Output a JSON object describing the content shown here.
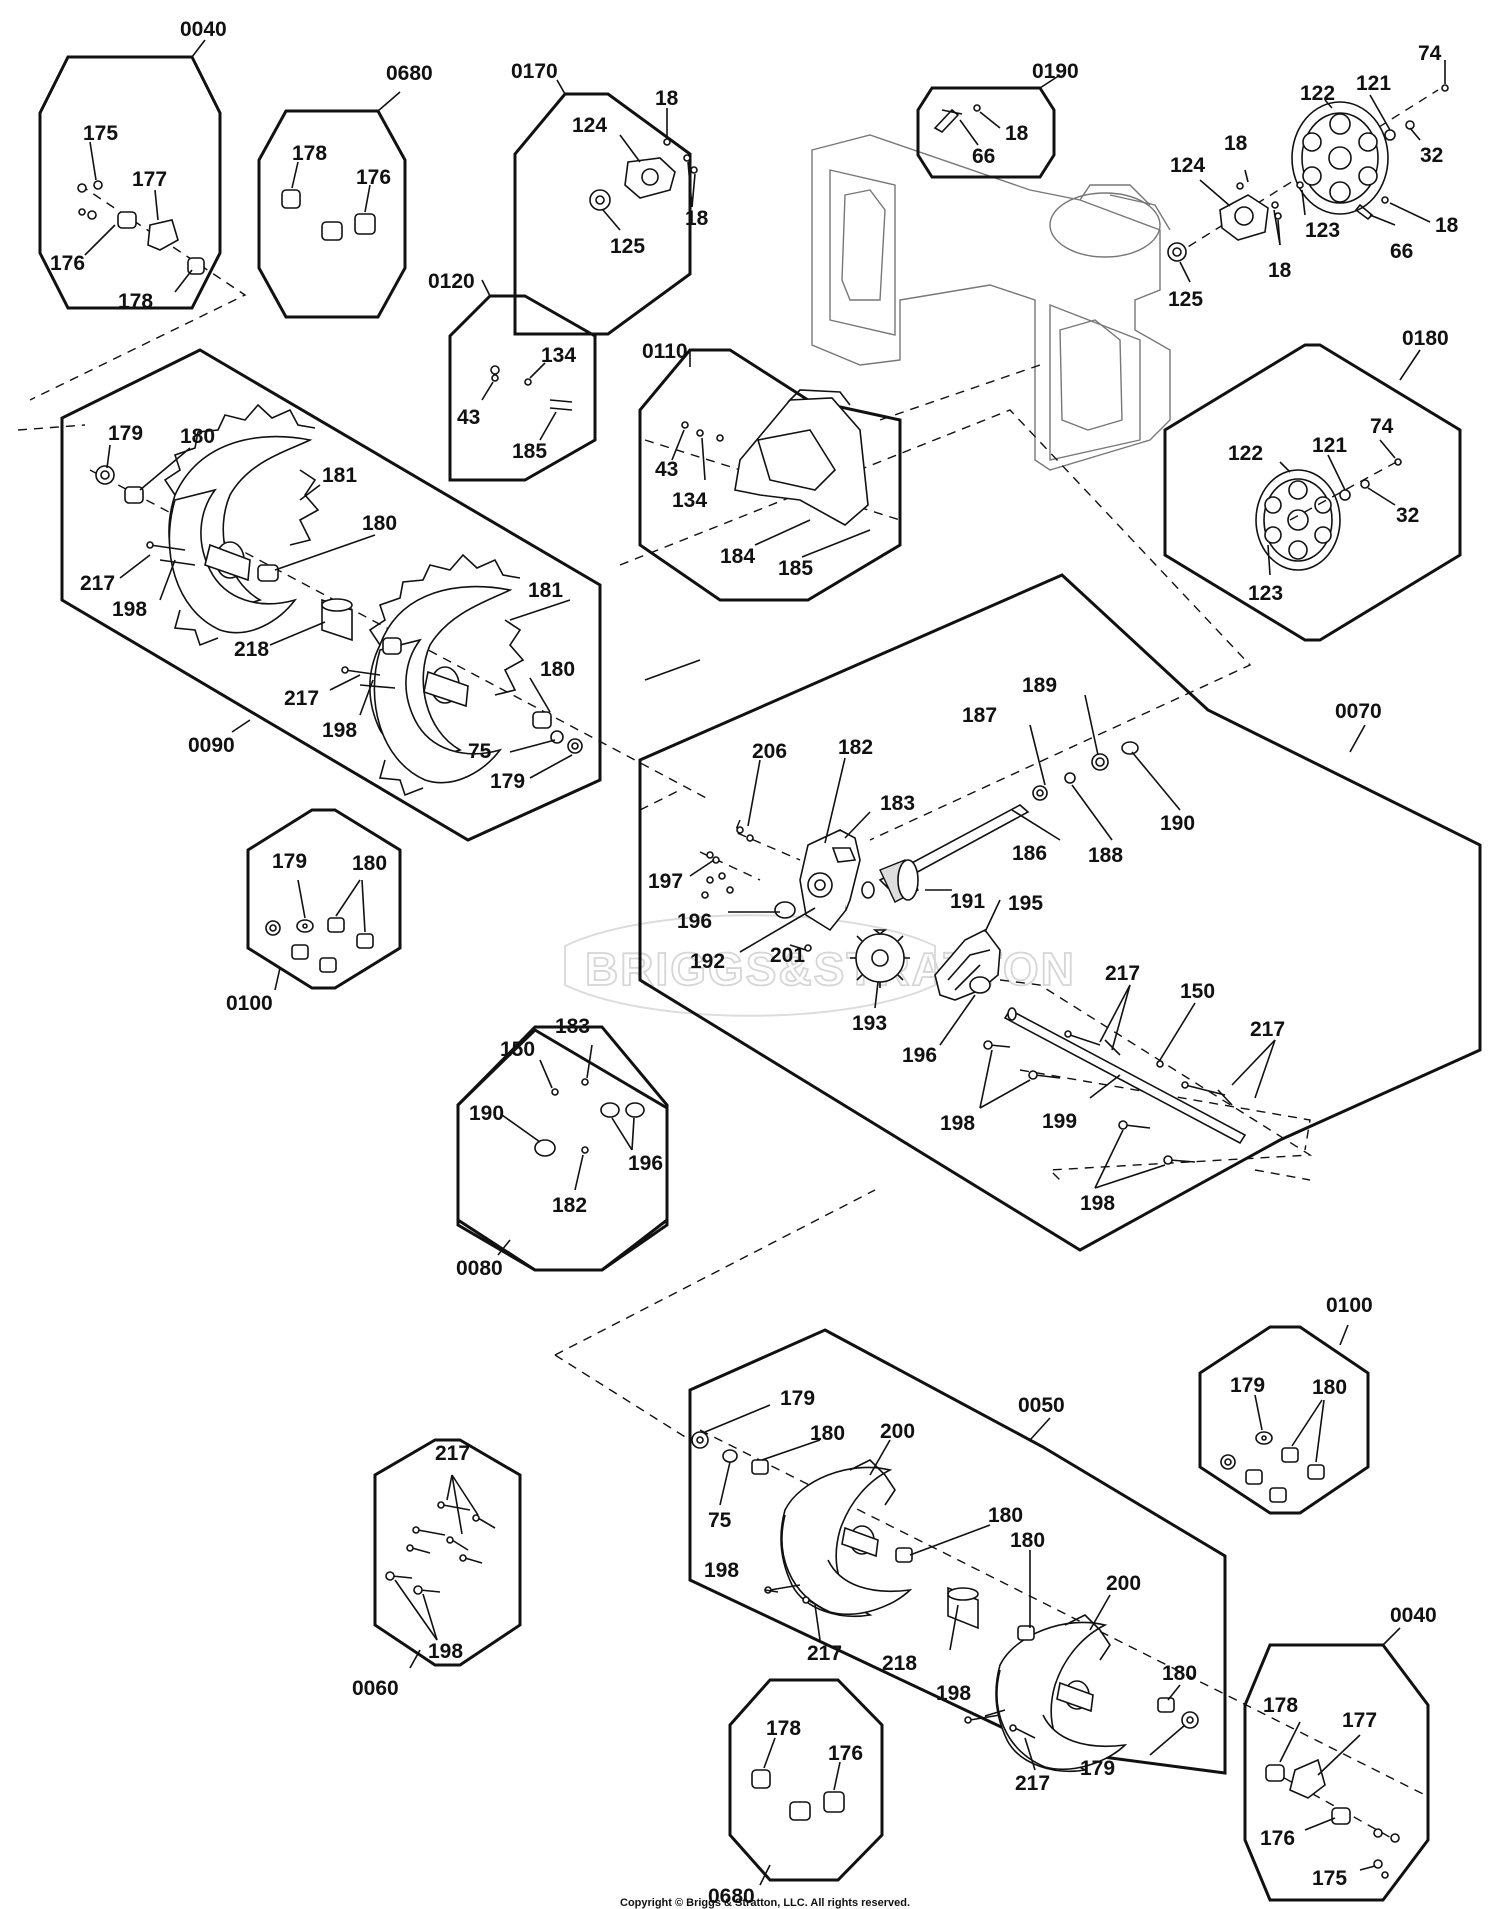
{
  "watermark": "BRIGGS&STRATTON",
  "copyright": "Copyright © Briggs & Stratton, LLC. All rights reserved.",
  "groups": {
    "g0040a": "0040",
    "g0680a": "0680",
    "g0170": "0170",
    "g0190": "0190",
    "g0120": "0120",
    "g0110": "0110",
    "g0180": "0180",
    "g0090": "0090",
    "g0070": "0070",
    "g0100a": "0100",
    "g0080": "0080",
    "g0100b": "0100",
    "g0050": "0050",
    "g0060": "0060",
    "g0680b": "0680",
    "g0040b": "0040"
  },
  "labels": {
    "p175a": "175",
    "p177a": "177",
    "p176a": "176",
    "p178a": "178",
    "p178b": "178",
    "p176b": "176",
    "p18a": "18",
    "p124a": "124",
    "p18b": "18",
    "p125a": "125",
    "p18c": "18",
    "p66a": "66",
    "p74a": "74",
    "p122a": "122",
    "p121a": "121",
    "p32a": "32",
    "p18d": "18",
    "p124b": "124",
    "p18e": "18",
    "p123a": "123",
    "p66b": "66",
    "p18f": "18",
    "p125b": "125",
    "p134a": "134",
    "p43a": "43",
    "p185a": "185",
    "p43b": "43",
    "p134b": "134",
    "p184": "184",
    "p185b": "185",
    "p74b": "74",
    "p122b": "122",
    "p121b": "121",
    "p32b": "32",
    "p123b": "123",
    "p179a": "179",
    "p180a": "180",
    "p181a": "181",
    "p180b": "180",
    "p217a": "217",
    "p198a": "198",
    "p218a": "218",
    "p181b": "181",
    "p180c": "180",
    "p217b": "217",
    "p198b": "198",
    "p75a": "75",
    "p179b": "179",
    "p179c": "179",
    "p180d": "180",
    "p206": "206",
    "p182a": "182",
    "p187": "187",
    "p189": "189",
    "p183a": "183",
    "p186": "186",
    "p188": "188",
    "p190a": "190",
    "p197": "197",
    "p196a": "196",
    "p191": "191",
    "p195": "195",
    "p192": "192",
    "p201": "201",
    "p193": "193",
    "p217c": "217",
    "p150a": "150",
    "p196b": "196",
    "p217d": "217",
    "p198c": "198",
    "p199": "199",
    "p198d": "198",
    "p150b": "150",
    "p183b": "183",
    "p190b": "190",
    "p196c": "196",
    "p182b": "182",
    "p179d": "179",
    "p180e": "180",
    "p200a": "200",
    "p75b": "75",
    "p180f": "180",
    "p198e": "198",
    "p217e": "217",
    "p218b": "218",
    "p180g": "180",
    "p200b": "200",
    "p180h": "180",
    "p198f": "198",
    "p217f": "217",
    "p179e": "179",
    "p179f": "179",
    "p180i": "180",
    "p217g": "217",
    "p198g": "198",
    "p178c": "178",
    "p176c": "176",
    "p178d": "178",
    "p177b": "177",
    "p176d": "176",
    "p175b": "175"
  }
}
